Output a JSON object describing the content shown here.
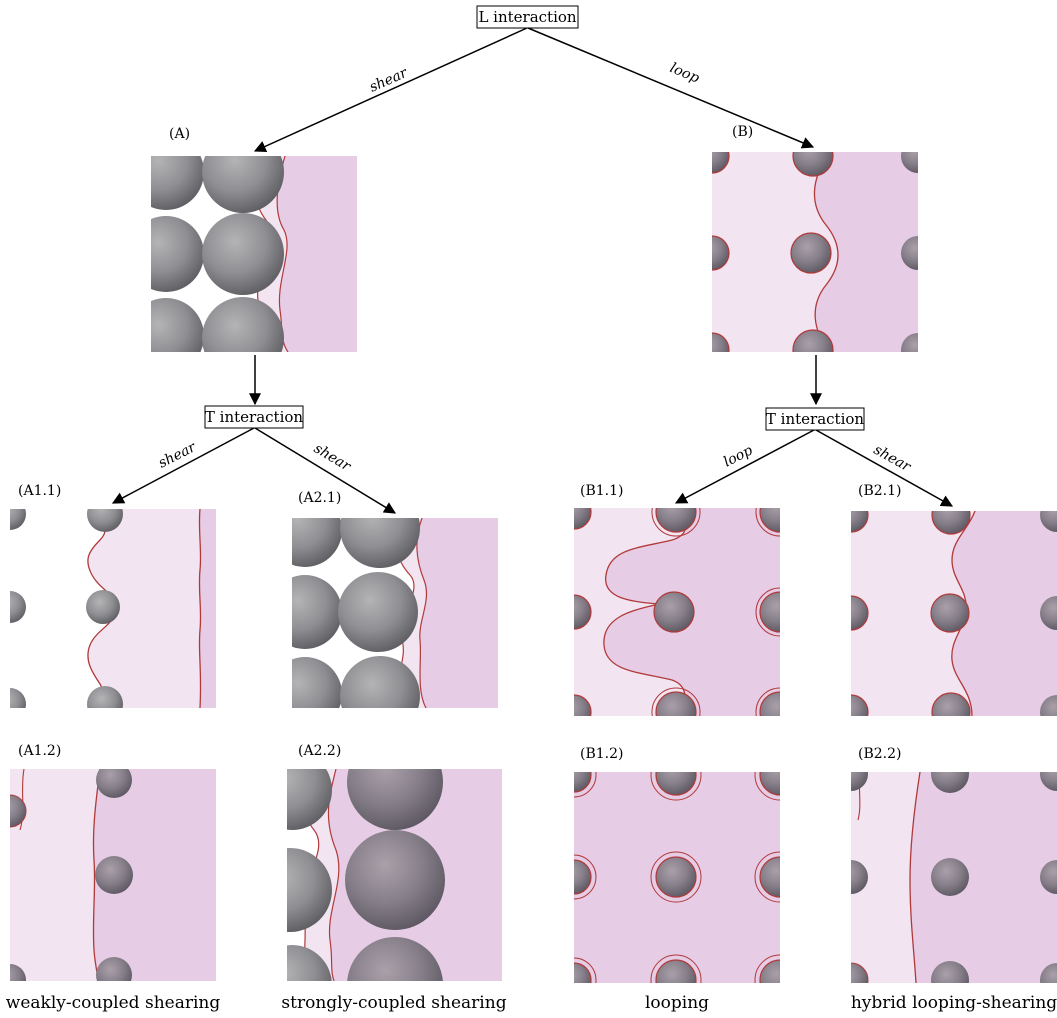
{
  "nodes": {
    "root": "L interaction",
    "t_left": "T interaction",
    "t_right": "T interaction"
  },
  "edges": {
    "root_a": "shear",
    "root_b": "loop",
    "a_a1": "shear",
    "a_a2": "shear",
    "b_b1": "loop",
    "b_b2": "shear"
  },
  "panels": {
    "A": "(A)",
    "B": "(B)",
    "A11": "(A1.1)",
    "A21": "(A2.1)",
    "B11": "(B1.1)",
    "B21": "(B2.1)",
    "A12": "(A1.2)",
    "A22": "(A2.2)",
    "B12": "(B1.2)",
    "B22": "(B2.2)"
  },
  "captions": {
    "c1": "weakly-coupled shearing",
    "c2": "strongly-coupled shearing",
    "c3": "looping",
    "c4": "hybrid looping-shearing"
  },
  "colors": {
    "light_pink": "#f2e4f1",
    "dark_pink": "#e6cce4",
    "precipitate": "#8c8c90",
    "line": "#b03a3a"
  }
}
